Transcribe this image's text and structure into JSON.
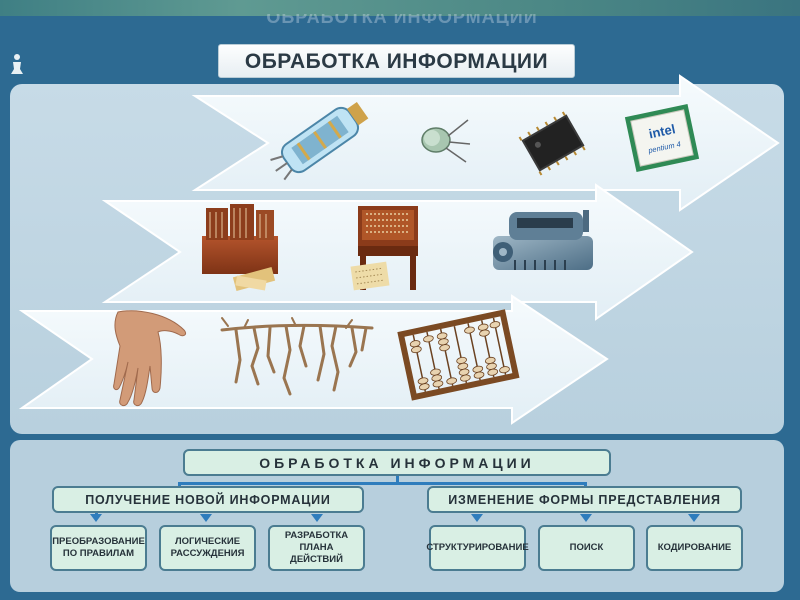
{
  "poster": {
    "title": "ОБРАБОТКА ИНФОРМАЦИИ",
    "ghost_title": "ОБРАБОТКА ИНФОРМАЦИИ"
  },
  "arrows": [
    {
      "row": "modern",
      "items": [
        "vacuum-tube",
        "transistor",
        "microchip",
        "intel-pentium-4"
      ]
    },
    {
      "row": "mechanical",
      "items": [
        "hollerith-tabulator",
        "card-punch",
        "arithmometer"
      ]
    },
    {
      "row": "manual",
      "items": [
        "hand",
        "knot-cords",
        "abacus"
      ]
    }
  ],
  "chip_label": {
    "brand": "intel",
    "model": "pentium 4"
  },
  "diagram": {
    "root": "ОБРАБОТКА ИНФОРМАЦИИ",
    "left": {
      "label": "ПОЛУЧЕНИЕ НОВОЙ ИНФОРМАЦИИ",
      "children": [
        [
          "ПРЕОБРАЗОВАНИЕ",
          "ПО ПРАВИЛАМ"
        ],
        [
          "ЛОГИЧЕСКИЕ",
          "РАССУЖДЕНИЯ"
        ],
        [
          "РАЗРАБОТКА",
          "ПЛАНА ДЕЙСТВИЙ"
        ]
      ]
    },
    "right": {
      "label": "ИЗМЕНЕНИЕ ФОРМЫ ПРЕДСТАВЛЕНИЯ",
      "children": [
        "СТРУКТУРИРОВАНИЕ",
        "ПОИСК",
        "КОДИРОВАНИЕ"
      ]
    }
  },
  "colors": {
    "background": "#2d6a92",
    "panel": "#c7dbe7",
    "arrow": "#edf5fa",
    "box": "#d9efe4",
    "box_border": "#4b7c91",
    "connector": "#2e7dbd"
  }
}
